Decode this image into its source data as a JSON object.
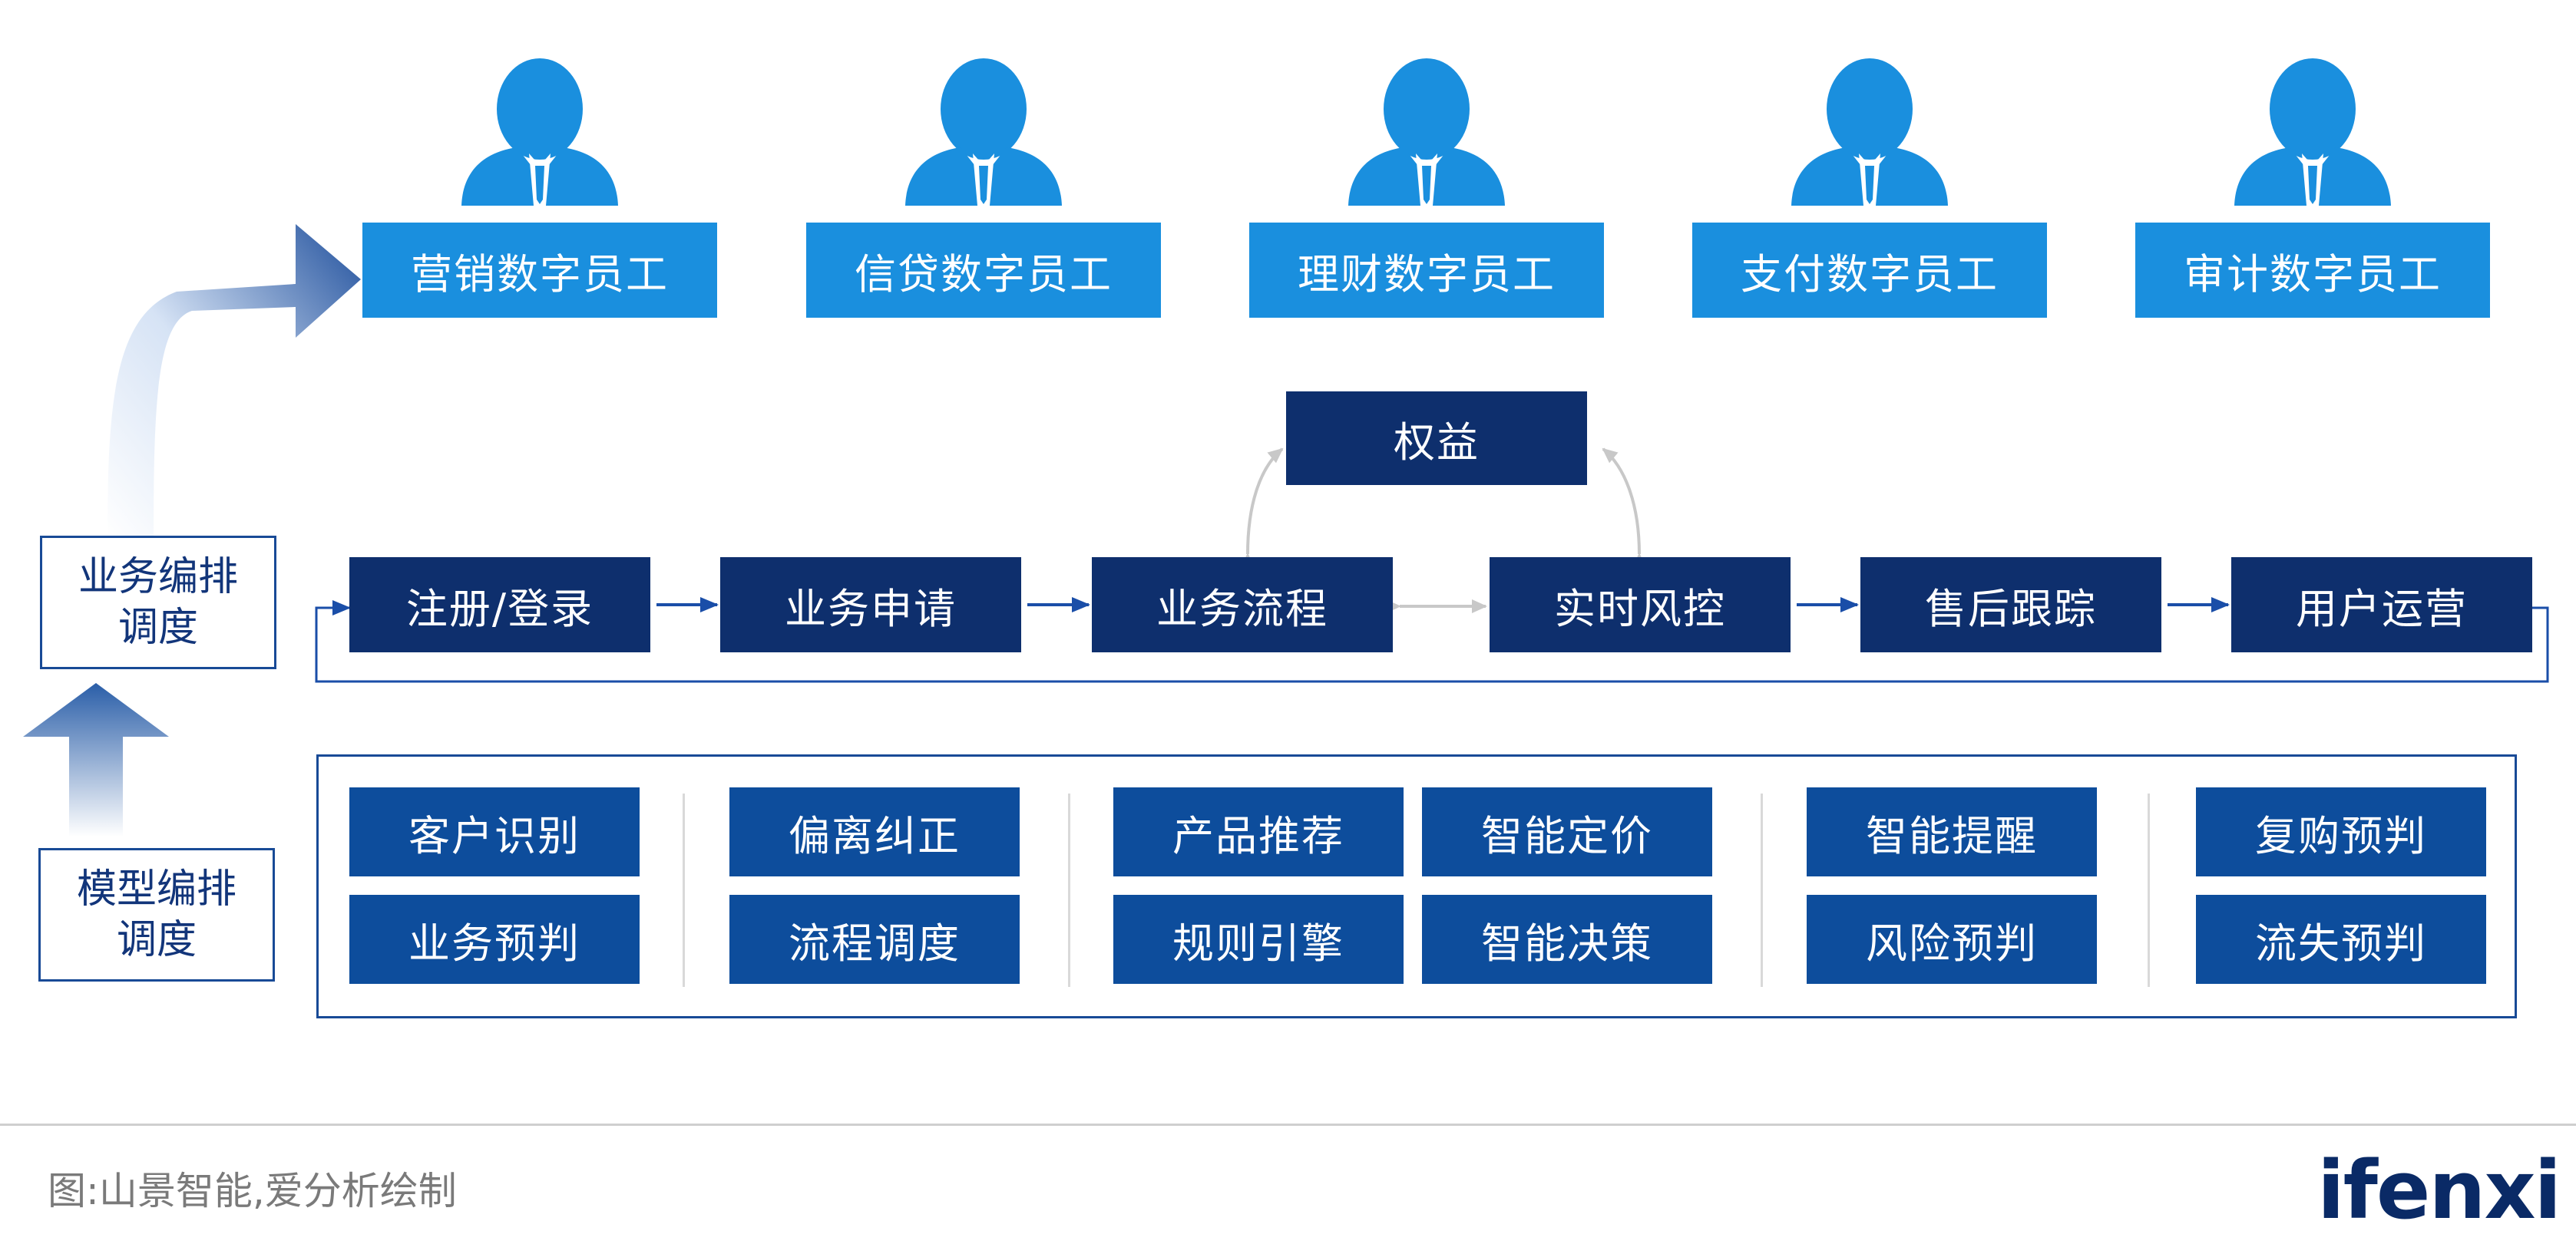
{
  "agents": [
    {
      "label": "营销数字员工",
      "icon": "person-icon"
    },
    {
      "label": "信贷数字员工",
      "icon": "person-icon"
    },
    {
      "label": "理财数字员工",
      "icon": "person-icon"
    },
    {
      "label": "支付数字员工",
      "icon": "person-icon"
    },
    {
      "label": "审计数字员工",
      "icon": "person-icon"
    }
  ],
  "side_labels": {
    "business": {
      "line1": "业务编排",
      "line2": "调度"
    },
    "model": {
      "line1": "模型编排",
      "line2": "调度"
    }
  },
  "rights_box": "权益",
  "process_steps": [
    "注册/登录",
    "业务申请",
    "业务流程",
    "实时风控",
    "售后跟踪",
    "用户运营"
  ],
  "model_groups": [
    [
      "客户识别",
      "业务预判"
    ],
    [
      "偏离纠正",
      "流程调度"
    ],
    [
      "产品推荐",
      "规则引擎",
      "智能定价",
      "智能决策"
    ],
    [
      "智能提醒",
      "风险预判"
    ],
    [
      "复购预判",
      "流失预判"
    ]
  ],
  "caption": "图:山景智能,爱分析绘制",
  "logo": "ifenxi",
  "colors": {
    "agent_blue": "#1a8fde",
    "dark_navy": "#0e2f6d",
    "mid_navy": "#0d4d9c",
    "frame_blue": "#184a96",
    "arrow_gray": "#c8c8c8"
  }
}
